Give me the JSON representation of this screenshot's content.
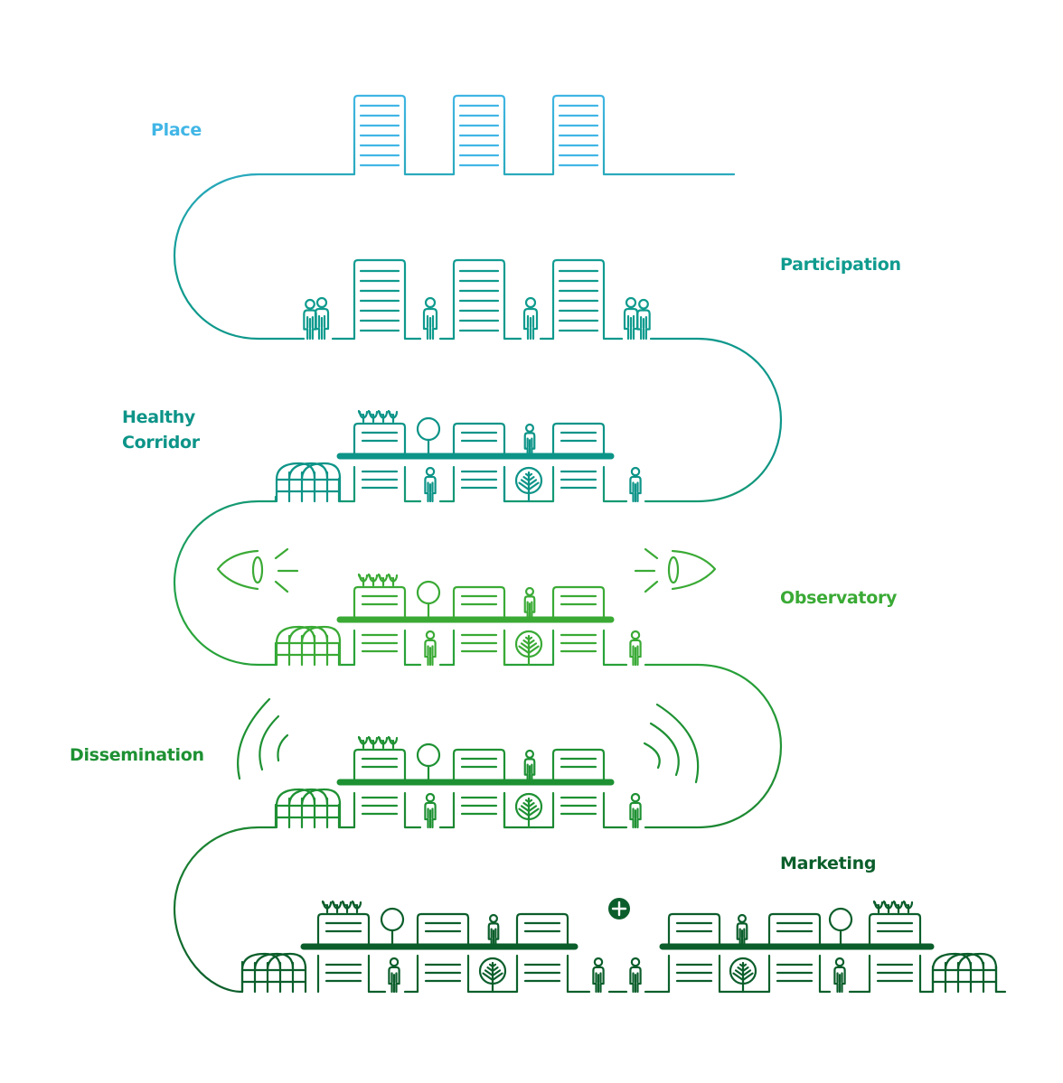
{
  "title": "Healthy corridor development stages",
  "stages": [
    {
      "id": "place",
      "label": "Place",
      "color": "#41b6e6"
    },
    {
      "id": "participation",
      "label": "Participation",
      "color": "#0f9b8e"
    },
    {
      "id": "healthy-corridor",
      "label": "Healthy\nCorridor",
      "color": "#0d9488"
    },
    {
      "id": "observatory",
      "label": "Observatory",
      "color": "#3aaa35"
    },
    {
      "id": "dissemination",
      "label": "Dissemination",
      "color": "#1e9133"
    },
    {
      "id": "marketing",
      "label": "Marketing",
      "color": "#0b5e2b"
    }
  ],
  "path_gradient": [
    "#41b6e6",
    "#0f9b8e",
    "#0d9488",
    "#2aa63a",
    "#1e8a33",
    "#0b5e2b"
  ],
  "icons": {
    "plus_badge": "+"
  }
}
